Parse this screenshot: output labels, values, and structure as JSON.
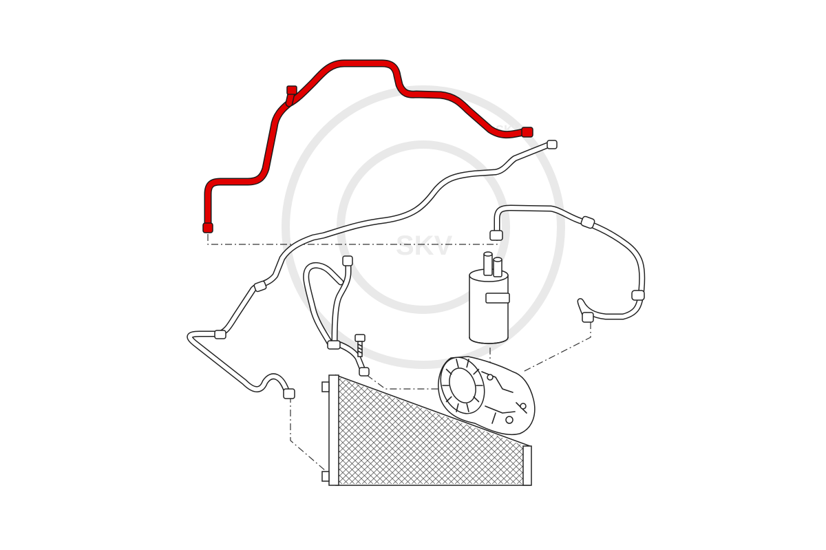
{
  "diagram": {
    "highlight_color": "#e00000",
    "line_color": "#222222",
    "background": "#ffffff",
    "watermark": {
      "text": "SKV",
      "color": "#ececec"
    },
    "parts": [
      {
        "id": "highlighted-pipe",
        "highlighted": true
      },
      {
        "id": "discharge-line"
      },
      {
        "id": "suction-hose"
      },
      {
        "id": "receiver-drier"
      },
      {
        "id": "short-line"
      },
      {
        "id": "compressor"
      },
      {
        "id": "condenser"
      },
      {
        "id": "bolt"
      }
    ]
  }
}
